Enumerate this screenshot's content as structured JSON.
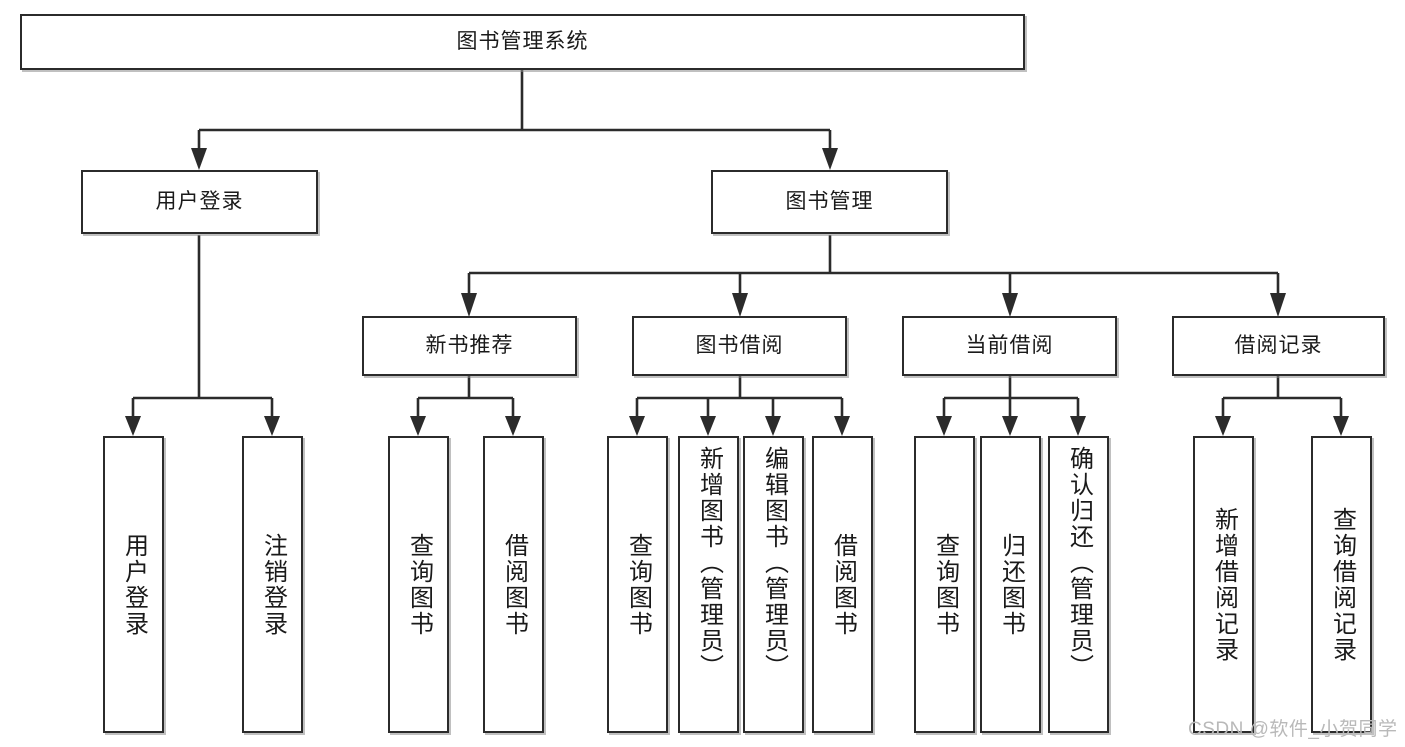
{
  "diagram": {
    "title": "图书管理系统",
    "type": "tree-hierarchy",
    "watermark": "CSDN @软件_小贺同学",
    "colors": {
      "box_border": "#2b2b2b",
      "box_fill": "#ffffff",
      "connector": "#2b2b2b",
      "text": "#1a1a1a",
      "watermark": "#b9b9b9"
    },
    "nodes": {
      "root": {
        "label": "图书管理系统"
      },
      "level2": {
        "user_login": {
          "label": "用户登录"
        },
        "book_manage": {
          "label": "图书管理"
        }
      },
      "level3": {
        "new_book_rec": {
          "label": "新书推荐"
        },
        "book_borrow": {
          "label": "图书借阅"
        },
        "current_borrow": {
          "label": "当前借阅"
        },
        "borrow_record": {
          "label": "借阅记录"
        }
      },
      "leaves": {
        "user_login_1": {
          "label": "用户登录"
        },
        "user_login_2": {
          "label": "注销登录"
        },
        "new_book_1": {
          "label": "查询图书"
        },
        "new_book_2": {
          "label": "借阅图书"
        },
        "borrow_1": {
          "label": "查询图书"
        },
        "borrow_2": {
          "label": "新增图书（管理员）"
        },
        "borrow_3": {
          "label": "编辑图书（管理员）"
        },
        "borrow_4": {
          "label": "借阅图书"
        },
        "current_1": {
          "label": "查询图书"
        },
        "current_2": {
          "label": "归还图书"
        },
        "current_3": {
          "label": "确认归还（管理员）"
        },
        "record_1": {
          "label": "新增借阅记录"
        },
        "record_2": {
          "label": "查询借阅记录"
        }
      }
    }
  }
}
